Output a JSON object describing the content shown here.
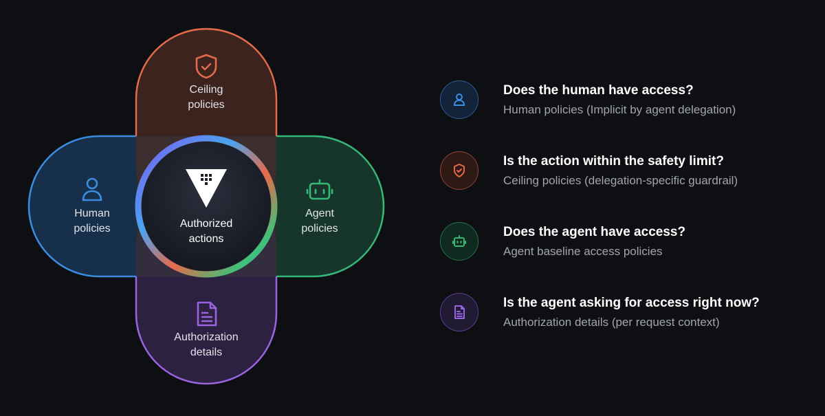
{
  "diagram": {
    "center": {
      "line1": "Authorized",
      "line2": "actions"
    },
    "top": {
      "line1": "Ceiling",
      "line2": "policies",
      "icon": "shield-check-icon",
      "color": "#e46a4c"
    },
    "left": {
      "line1": "Human",
      "line2": "policies",
      "icon": "person-icon",
      "color": "#3c8de0"
    },
    "right": {
      "line1": "Agent",
      "line2": "policies",
      "icon": "robot-icon",
      "color": "#36b877"
    },
    "bottom": {
      "line1": "Authorization",
      "line2": "details",
      "icon": "document-icon",
      "color": "#9a63e0"
    },
    "logo": "vault-triangle-logo"
  },
  "legend": [
    {
      "title": "Does the human have access?",
      "subtitle": "Human policies (Implicit by agent delegation)",
      "icon": "person-icon",
      "color": "#3c8de0"
    },
    {
      "title": "Is the action within the safety limit?",
      "subtitle": "Ceiling policies (delegation-specific guardrail)",
      "icon": "shield-check-icon",
      "color": "#e46a4c"
    },
    {
      "title": "Does the agent have access?",
      "subtitle": "Agent baseline access policies",
      "icon": "robot-icon",
      "color": "#36b877"
    },
    {
      "title": "Is the agent asking for access right now?",
      "subtitle": "Authorization details (per request context)",
      "icon": "document-icon",
      "color": "#9a63e0"
    }
  ]
}
